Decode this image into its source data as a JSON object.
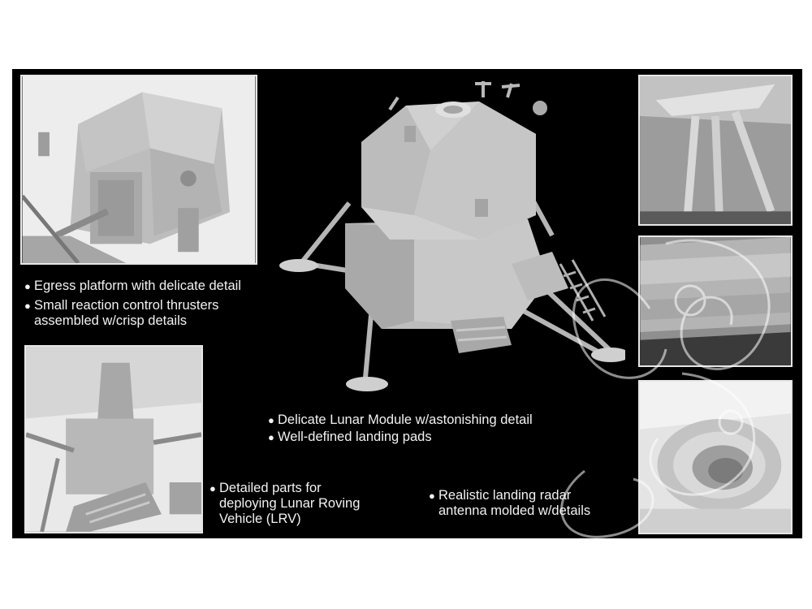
{
  "captions": {
    "egress": "Egress platform with delicate detail",
    "thrusters": "Small reaction control thrusters\nassembled w/crisp details",
    "lunar_module": "Delicate Lunar Module w/astonishing detail",
    "landing_pads": "Well-defined landing pads",
    "lrv_parts": "Detailed parts for\ndeploying Lunar Roving\nVehicle (LRV)",
    "radar": "Realistic landing radar\nantenna molded w/details"
  },
  "colors": {
    "background": "#000000",
    "model_gray": "#c9c9c9",
    "caption_text": "#f2f2f2",
    "frame": "#e6e6e6"
  }
}
